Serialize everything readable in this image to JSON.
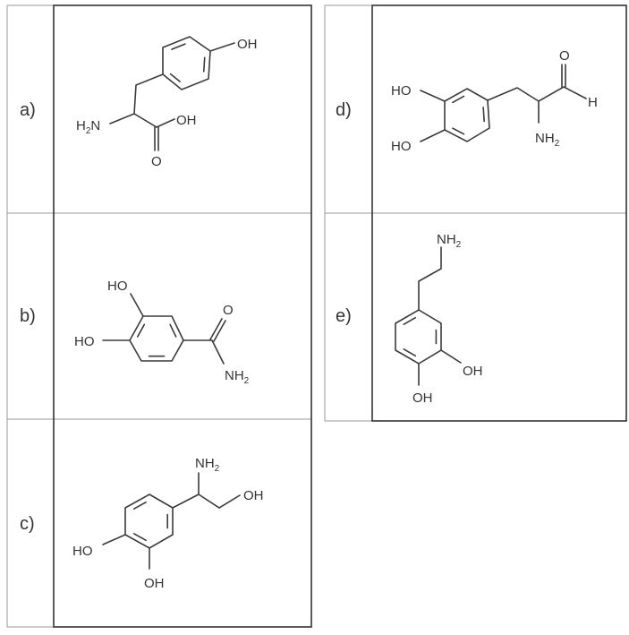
{
  "labels": {
    "a": "a)",
    "b": "b)",
    "c": "c)",
    "d": "d)",
    "e": "e)"
  },
  "atoms": {
    "oh": "OH",
    "ho": "HO",
    "o": "O",
    "h": "H",
    "nh": "NH",
    "h2n_h": "H",
    "h2n_n": "N",
    "two": "2"
  }
}
